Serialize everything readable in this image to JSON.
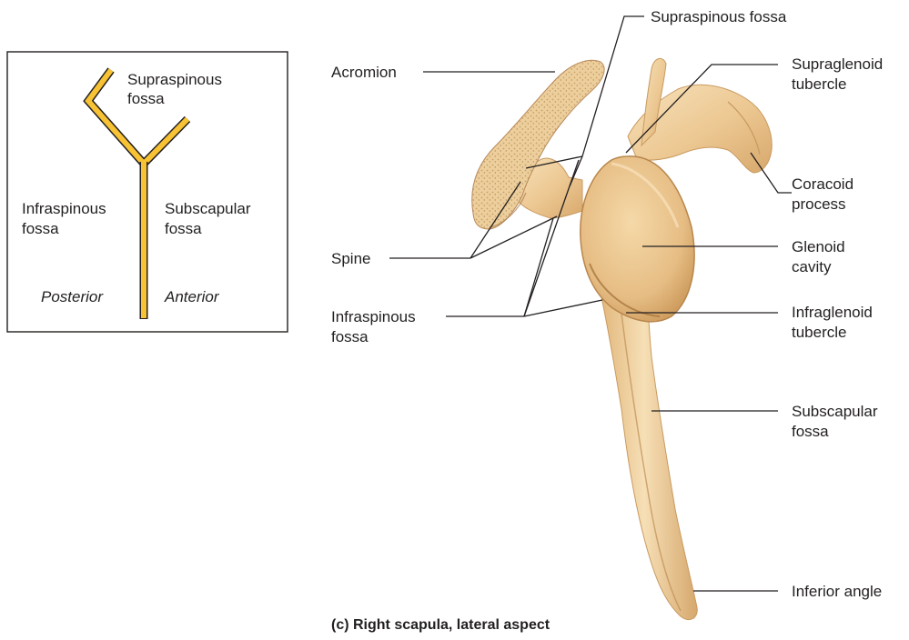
{
  "inset": {
    "top_label": [
      "Supraspinous",
      "fossa"
    ],
    "left_label": [
      "Infraspinous",
      "fossa"
    ],
    "right_label": [
      "Subscapular",
      "fossa"
    ],
    "posterior": "Posterior",
    "anterior": "Anterior",
    "bar_color": "#f7c233"
  },
  "labels": {
    "supraspinous_fossa": "Supraspinous fossa",
    "acromion": "Acromion",
    "supraglenoid": [
      "Supraglenoid",
      "tubercle"
    ],
    "coracoid": [
      "Coracoid",
      "process"
    ],
    "spine": "Spine",
    "glenoid": [
      "Glenoid",
      "cavity"
    ],
    "infraspinous": [
      "Infraspinous",
      "fossa"
    ],
    "infraglenoid": [
      "Infraglenoid",
      "tubercle"
    ],
    "subscapular": [
      "Subscapular",
      "fossa"
    ],
    "inferior_angle": "Inferior angle"
  },
  "caption": "(c) Right scapula, lateral aspect",
  "colors": {
    "bone": "#f0d2a0",
    "bone_dark": "#d8b27a",
    "bone_shadow": "#c99a60"
  }
}
